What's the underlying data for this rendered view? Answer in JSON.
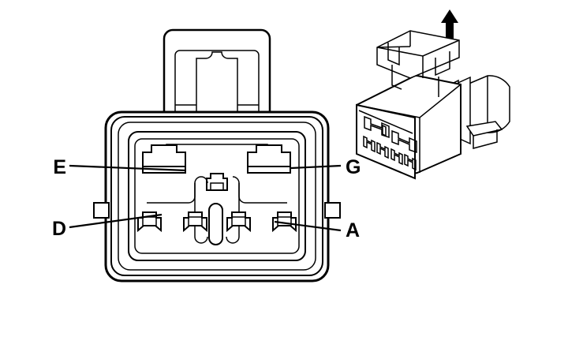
{
  "figure": {
    "kind": "connector-terminal-identification-diagram",
    "background_color": "#ffffff",
    "line_color": "#000000",
    "views": [
      {
        "name": "front-face-view",
        "position": "left"
      },
      {
        "name": "isometric-view",
        "position": "upper-right"
      }
    ]
  },
  "labels": {
    "e": "E",
    "g": "G",
    "d": "D",
    "a": "A"
  },
  "callouts": [
    {
      "id": "callout-e",
      "label": "E",
      "side": "left",
      "target": "upper-left-terminal-cavity"
    },
    {
      "id": "callout-d",
      "label": "D",
      "side": "left",
      "target": "lower-left-terminal-cavity"
    },
    {
      "id": "callout-g",
      "label": "G",
      "side": "right",
      "target": "upper-right-terminal-cavity"
    },
    {
      "id": "callout-a",
      "label": "A",
      "side": "right",
      "target": "lower-right-terminal-cavity"
    }
  ],
  "front_view": {
    "name": "connector-front-face",
    "housing_rings": 4,
    "latch_tab": {
      "name": "top-latch-tab",
      "slot_shape": "inverted-T"
    },
    "side_tabs": [
      {
        "name": "left-side-tab"
      },
      {
        "name": "right-side-tab"
      }
    ],
    "large_cavities": [
      {
        "name": "upper-left-terminal-cavity",
        "label": "E"
      },
      {
        "name": "upper-right-terminal-cavity",
        "label": "G"
      }
    ],
    "small_cavities": [
      {
        "name": "lower-left-terminal-cavity",
        "label": "D"
      },
      {
        "name": "lower-mid-left-terminal-cavity",
        "label": ""
      },
      {
        "name": "lower-mid-right-terminal-cavity",
        "label": ""
      },
      {
        "name": "lower-right-terminal-cavity",
        "label": "A"
      }
    ],
    "center_cavity": {
      "name": "center-top-small-cavity"
    },
    "center_key": {
      "name": "center-oval-keyway"
    }
  },
  "iso_view": {
    "name": "connector-isometric-view",
    "orientation_arrow": {
      "name": "up-arrow-icon",
      "direction": "up"
    },
    "seal_rings": 4
  }
}
